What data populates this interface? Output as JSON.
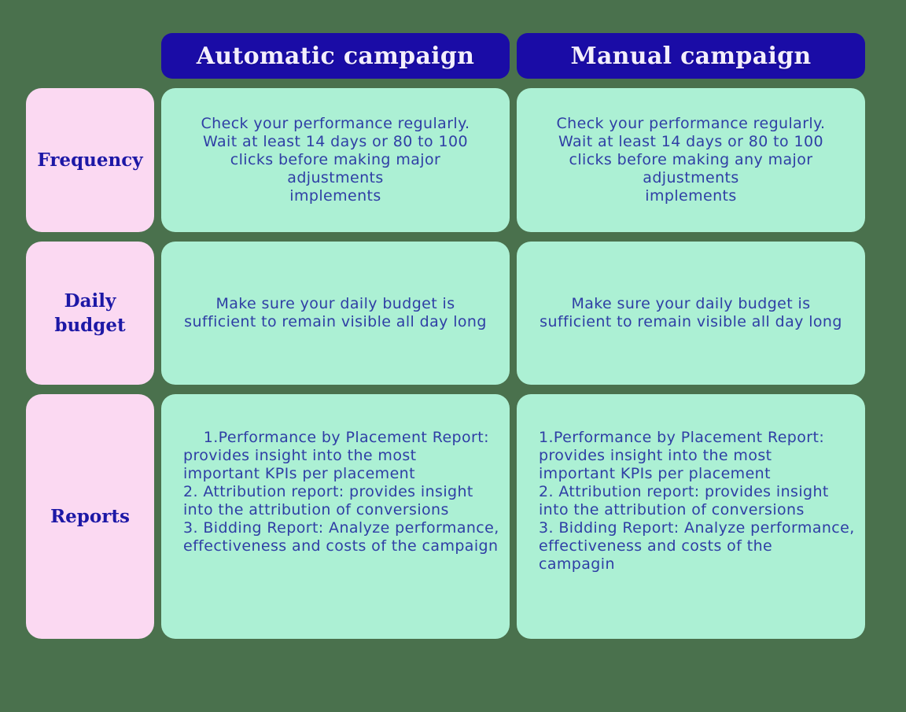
{
  "colors": {
    "background": "#4a714d",
    "header_bg": "#1a0ca6",
    "header_text": "#f3eefc",
    "cell_bg": "#acf0d4",
    "label_bg": "#fbd9f2",
    "label_text": "#1d18a6",
    "body_text": "#2f3ea5"
  },
  "columns": [
    {
      "label": "Automatic campaign"
    },
    {
      "label": "Manual campaign"
    }
  ],
  "rows": [
    {
      "label": "Frequency",
      "automatic": "Check your performance regularly.\nWait at least 14 days or 80 to 100\nclicks before making major\nadjustments\nimplements",
      "manual": "Check your performance regularly.\nWait at least 14 days or 80 to 100\nclicks before making any major\nadjustments\nimplements"
    },
    {
      "label": "Daily budget",
      "automatic": "Make sure your daily budget is\nsufficient to remain visible all day long",
      "manual": "Make sure your daily budget is\nsufficient to remain visible all day long"
    },
    {
      "label": "Reports",
      "automatic": "    1.Performance by Placement Report:\nprovides insight into the most\nimportant KPIs per placement\n2. Attribution report: provides insight\ninto the attribution of conversions\n3. Bidding Report: Analyze performance,\neffectiveness and costs of the campaign",
      "manual": "1.Performance by Placement Report:\nprovides insight into the most\nimportant KPIs per placement\n2. Attribution report: provides insight\ninto the attribution of conversions\n3. Bidding Report: Analyze performance,\neffectiveness and costs of the\ncampagin"
    }
  ]
}
